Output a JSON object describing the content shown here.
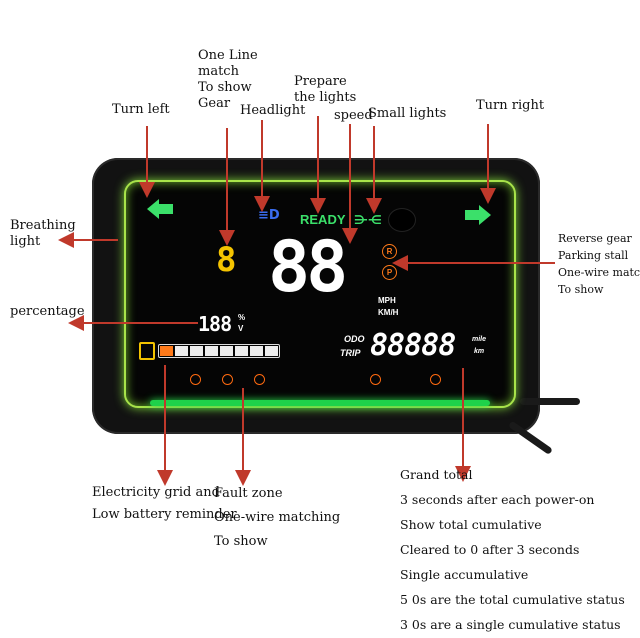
{
  "labels": {
    "one_line_gear": [
      "One Line",
      "match",
      "To show",
      "Gear"
    ],
    "headlight": "Headlight",
    "prepare_lights": [
      "Prepare",
      "the lights"
    ],
    "speed": "speed",
    "small_lights": "Small lights",
    "turn_left": "Turn left",
    "turn_right": "Turn right",
    "breathing_light": [
      "Breathing",
      "light"
    ],
    "reverse_parking": [
      "Reverse gear",
      "Parking stall",
      "One-wire matching",
      "To show"
    ],
    "percentage": "percentage",
    "electricity": [
      "Electricity grid and",
      "Low battery reminder"
    ],
    "fault_zone": [
      "Fault zone",
      "One-wire matching",
      "To show"
    ],
    "grand_total": [
      "Grand total",
      "3 seconds after each power-on",
      "Show total cumulative",
      "Cleared to 0 after 3 seconds",
      "Single accumulative",
      "5 0s are the total cumulative status",
      "3 0s are a single cumulative status"
    ]
  },
  "display": {
    "ready": "READY",
    "headlamp_symbol": "≡D",
    "smalllamp_symbol": "⋺⋲",
    "gear": "8",
    "speed": "88",
    "unit_mph": "MPH",
    "unit_kmh": "KM/H",
    "reverse_letter": "R",
    "parking_letter": "P",
    "percent": "188",
    "percent_sign": "%",
    "volt": "V",
    "odo_label": "ODO",
    "trip_label": "TRIP",
    "odometer": "88888",
    "unit_mile": "mile",
    "unit_km": "km"
  },
  "colors": {
    "turn_signal": "#3be06a",
    "ready": "#3be06a",
    "headlight": "#3a6df0",
    "gear": "#f5c400",
    "fault": "#ff6a10",
    "breathing_frame": "#a8e34a",
    "arrow": "#c0392b"
  },
  "icons": [
    "turn-left-arrow-icon",
    "turn-right-arrow-icon",
    "headlight-icon",
    "small-lights-icon",
    "reverse-gear-icon",
    "parking-icon",
    "battery-icon",
    "fault-icons"
  ]
}
